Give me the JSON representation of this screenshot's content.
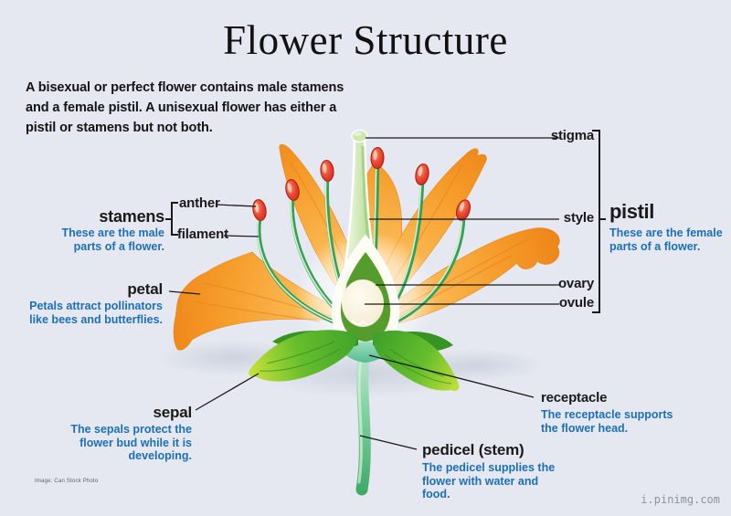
{
  "title": "Flower Structure",
  "intro": "A bisexual or perfect flower contains male stamens\nand a female pistil. A unisexual flower has either a\npistil or stamens but not both.",
  "credit": "Image: Can Stock Photo",
  "watermark": "i.pinimg.com",
  "parts": {
    "stigma": {
      "label": "stigma"
    },
    "style": {
      "label": "style"
    },
    "ovary": {
      "label": "ovary"
    },
    "ovule": {
      "label": "ovule"
    },
    "pistil": {
      "label": "pistil",
      "description": "These are the female\nparts of a flower."
    },
    "stamens": {
      "label": "stamens",
      "description": "These are the male\nparts of a flower."
    },
    "anther": {
      "label": "anther"
    },
    "filament": {
      "label": "filament"
    },
    "petal": {
      "label": "petal",
      "description": "Petals attract pollinators\nlike bees and butterflies."
    },
    "sepal": {
      "label": "sepal",
      "description": "The sepals protect the\nflower bud while it is\ndeveloping."
    },
    "receptacle": {
      "label": "receptacle",
      "description": "The receptacle supports\nthe flower head."
    },
    "pedicel": {
      "label": "pedicel (stem)",
      "description": "The pedicel supplies the\nflower with water and\nfood."
    }
  },
  "colors": {
    "background": "#e5e8f0",
    "heading_text": "#111111",
    "label_text": "#1a1a1a",
    "description_text": "#1c6fba",
    "leader_line": "#1a1a1a",
    "petal_orange": "#f69d2b",
    "petal_orange_deep": "#ec8115",
    "anther_red": "#df3826",
    "filament_green": "#35a158",
    "sepal_green": "#56b42c",
    "sepal_tip_yellow": "#c8e23a",
    "stem_green": "#3aa864",
    "receptacle_green": "#4fb98a",
    "pistil_pale_green": "#c3e2a4",
    "ovary_inner_green": "#569c2d",
    "ovule_cream": "#f6efd6",
    "watermark_text": "#8d929c"
  }
}
